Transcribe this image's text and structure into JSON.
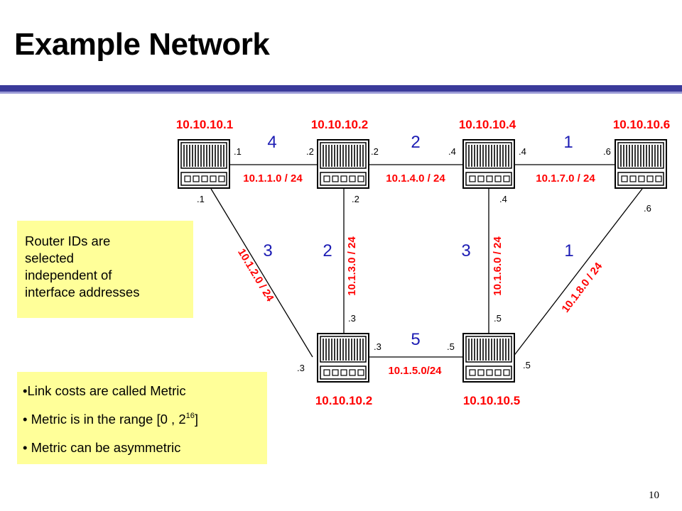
{
  "title": "Example Network",
  "page_number": "10",
  "colors": {
    "accent_bar": "#3b3b9a",
    "label_red": "#ff0000",
    "cost_blue": "#1c1cb4",
    "note_bg": "#ffff99"
  },
  "routers": [
    {
      "id": "10.10.10.1"
    },
    {
      "id": "10.10.10.2"
    },
    {
      "id": "10.10.10.4"
    },
    {
      "id": "10.10.10.6"
    },
    {
      "id": "10.10.10.2"
    },
    {
      "id": "10.10.10.5"
    }
  ],
  "links": [
    {
      "subnet": "10.1.1.0 / 24",
      "cost": "4",
      "ends": [
        ".1",
        ".2"
      ]
    },
    {
      "subnet": "10.1.4.0 / 24",
      "cost": "2",
      "ends": [
        ".2",
        ".4"
      ]
    },
    {
      "subnet": "10.1.7.0 / 24",
      "cost": "1",
      "ends": [
        ".4",
        ".6"
      ]
    },
    {
      "subnet": "10.1.2.0 / 24",
      "cost": "3",
      "ends": [
        ".1",
        ".3"
      ]
    },
    {
      "subnet": "10.1.3.0 / 24",
      "cost": "2",
      "ends": [
        ".2",
        ".3"
      ]
    },
    {
      "subnet": "10.1.6.0 / 24",
      "cost": "3",
      "ends": [
        ".4",
        ".5"
      ]
    },
    {
      "subnet": "10.1.8.0 / 24",
      "cost": "1",
      "ends": [
        ".6",
        ".5"
      ]
    },
    {
      "subnet": "10.1.5.0/24",
      "cost": "5",
      "ends": [
        ".3",
        ".5"
      ]
    }
  ],
  "notes": {
    "router_ids": [
      "Router IDs are",
      "selected",
      "independent of",
      "interface addresses"
    ],
    "metric": {
      "line1": "•Link costs are called Metric",
      "line2_prefix": "• Metric is in the range [0 , 2",
      "line2_sup": "16",
      "line2_suffix": "]",
      "line3": "• Metric can be asymmetric"
    }
  }
}
